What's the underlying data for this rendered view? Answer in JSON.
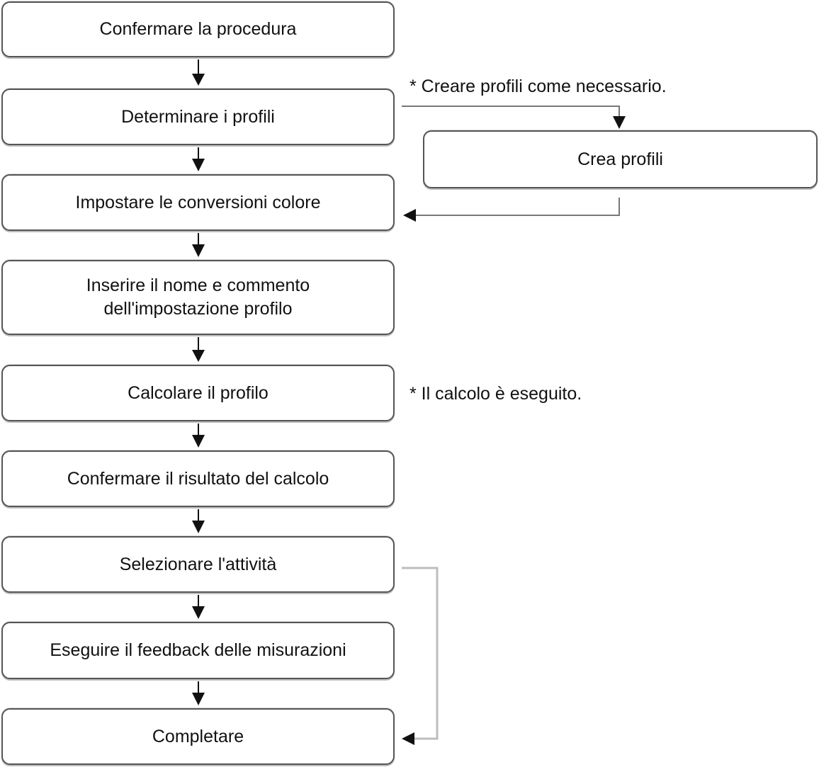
{
  "flowchart": {
    "steps": [
      "Confermare la procedura",
      "Determinare i profili",
      "Impostare le conversioni colore",
      "Inserire il nome e commento\ndell'impostazione profilo",
      "Calcolare il profilo",
      "Confermare il risultato del calcolo",
      "Selezionare l'attività",
      "Eseguire il feedback delle misurazioni",
      "Completare"
    ],
    "side_step": "Crea profili",
    "notes": {
      "create_profiles": "* Creare profili come necessario.",
      "calculation": "* Il calcolo è eseguito."
    }
  }
}
